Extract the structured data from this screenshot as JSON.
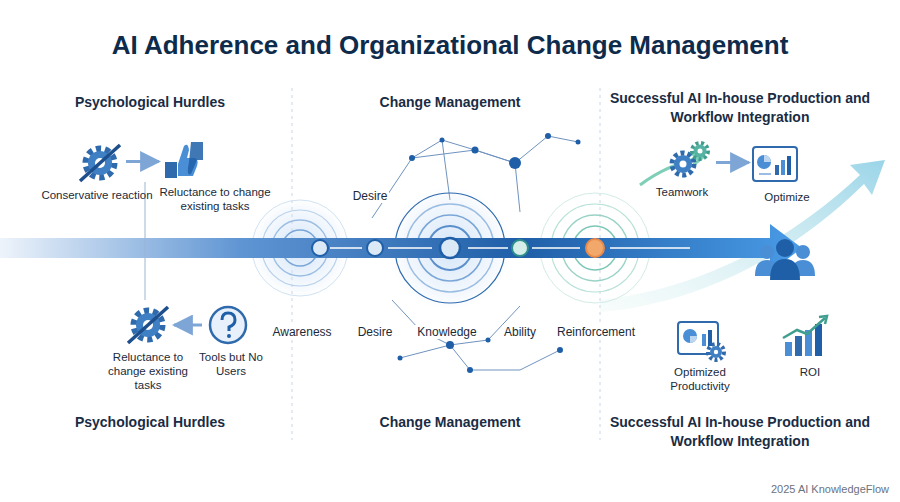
{
  "diagram": {
    "title": "AI Adherence and Organizational Change Management",
    "nodes": [
      {
        "text": [
          "Conservative reaction"
        ]
      },
      {
        "text": [
          "Reluctance to change existing tasks"
        ]
      },
      {
        "text": [
          "Reluctance to change existing tasks"
        ]
      },
      {
        "text": [
          "Tools but No Users"
        ]
      },
      {
        "text": [
          "Teamwork"
        ]
      },
      {
        "text": [
          "Optimize"
        ]
      },
      {
        "text": [
          "Optimized Productivity"
        ]
      },
      {
        "text": [
          "ROI"
        ]
      }
    ],
    "edges": [
      {
        "from": 0,
        "to": 1,
        "arrow": "to"
      },
      {
        "from": 3,
        "to": 2,
        "arrow": "to"
      },
      {
        "from": 4,
        "to": 5,
        "arrow": "to"
      }
    ],
    "labels": [
      "Psychological Hurdles",
      "Change Management",
      "Successful AI In-house Production and Workflow Integration",
      "Desire",
      "Awareness",
      "Desire",
      "Knowledge",
      "Ability",
      "Reinforcement",
      "Psychological Hurdles",
      "Change Management",
      "Successful AI In-house Production and Workflow Integration",
      "2025 AI KnowledgeFlow"
    ]
  }
}
